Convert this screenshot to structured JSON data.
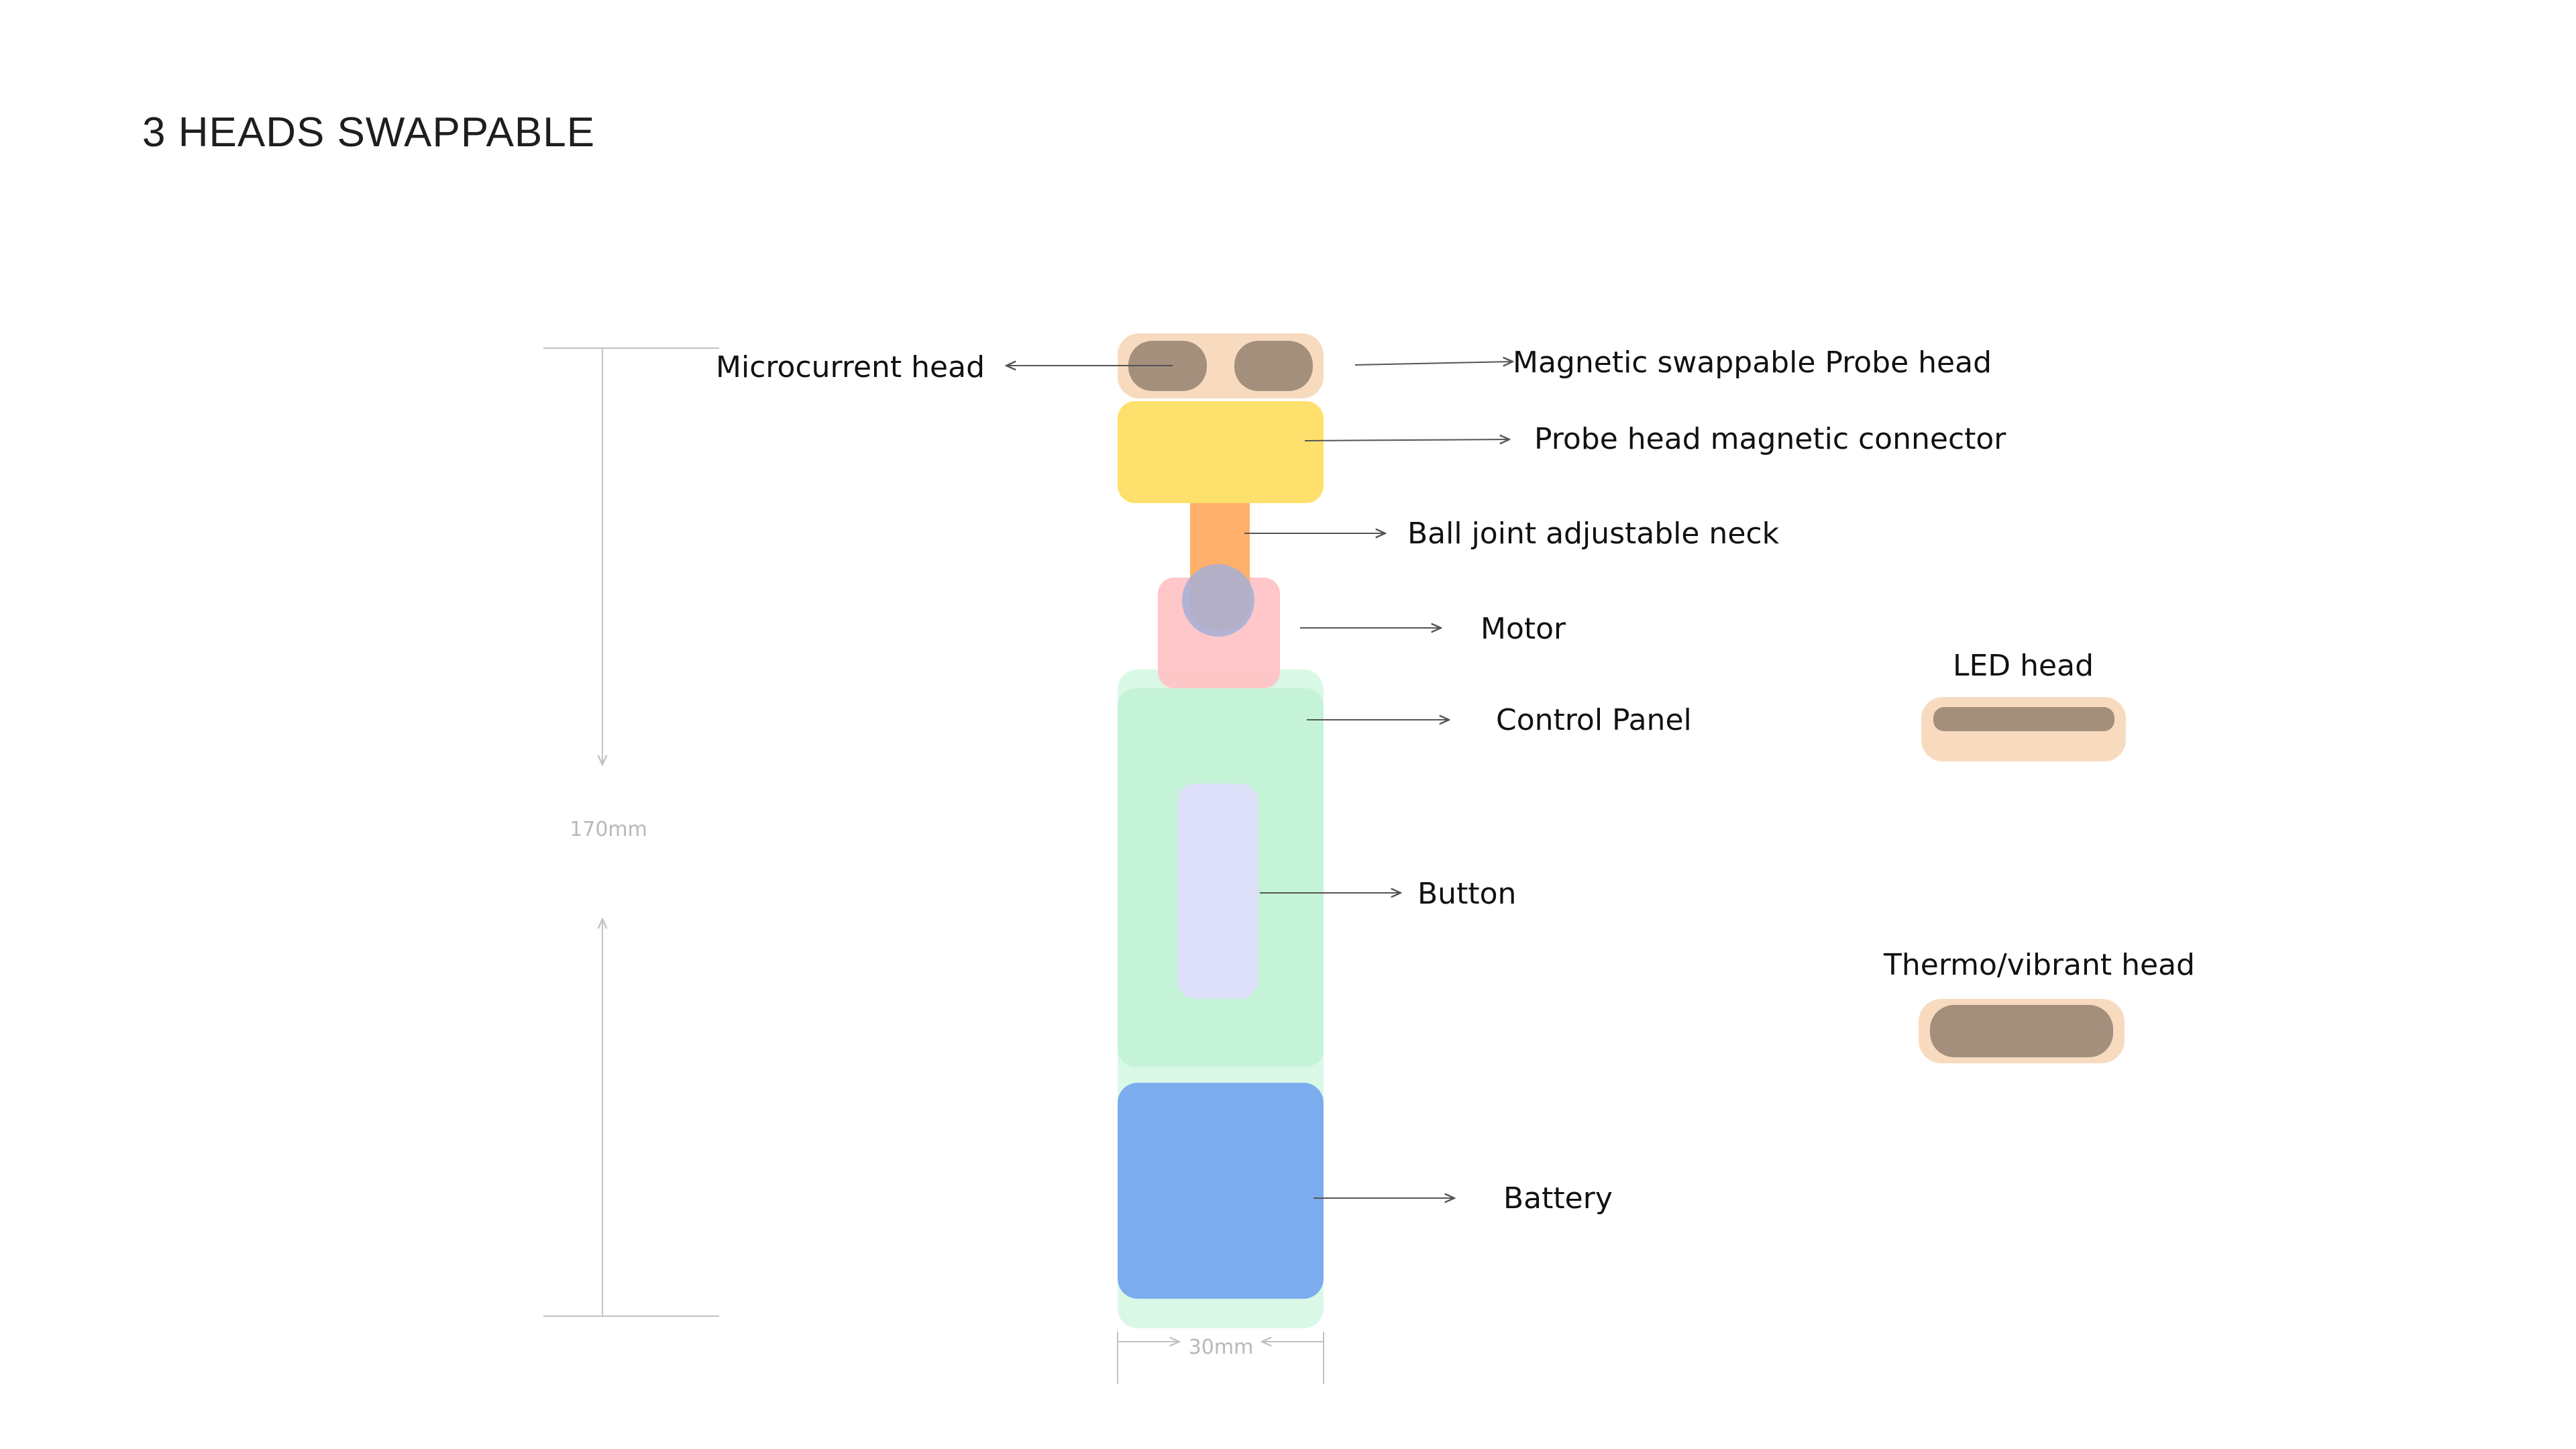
{
  "title": "3 HEADS SWAPPABLE",
  "colors": {
    "probe_head": "#f8dbbf",
    "probe_pad": "#a38f7c",
    "connector": "#fee06d",
    "neck": "#ffb06b",
    "motor": "#ffc4c6",
    "ball_joint": "#a5afd6",
    "body": "#c4f3d7",
    "body_outer": "#d9f8e6",
    "button": "#dcdff7",
    "battery": "#7badee"
  },
  "labels": {
    "microcurrent_head": "Microcurrent head",
    "magnetic_probe_head": "Magnetic swappable Probe head",
    "probe_connector": "Probe head magnetic connector",
    "ball_joint_neck": "Ball joint adjustable neck",
    "motor": "Motor",
    "control_panel": "Control Panel",
    "button": "Button",
    "battery": "Battery",
    "led_head": "LED head",
    "thermo_head": "Thermo/vibrant head"
  },
  "dimensions": {
    "height": "170mm",
    "width": "30mm"
  }
}
